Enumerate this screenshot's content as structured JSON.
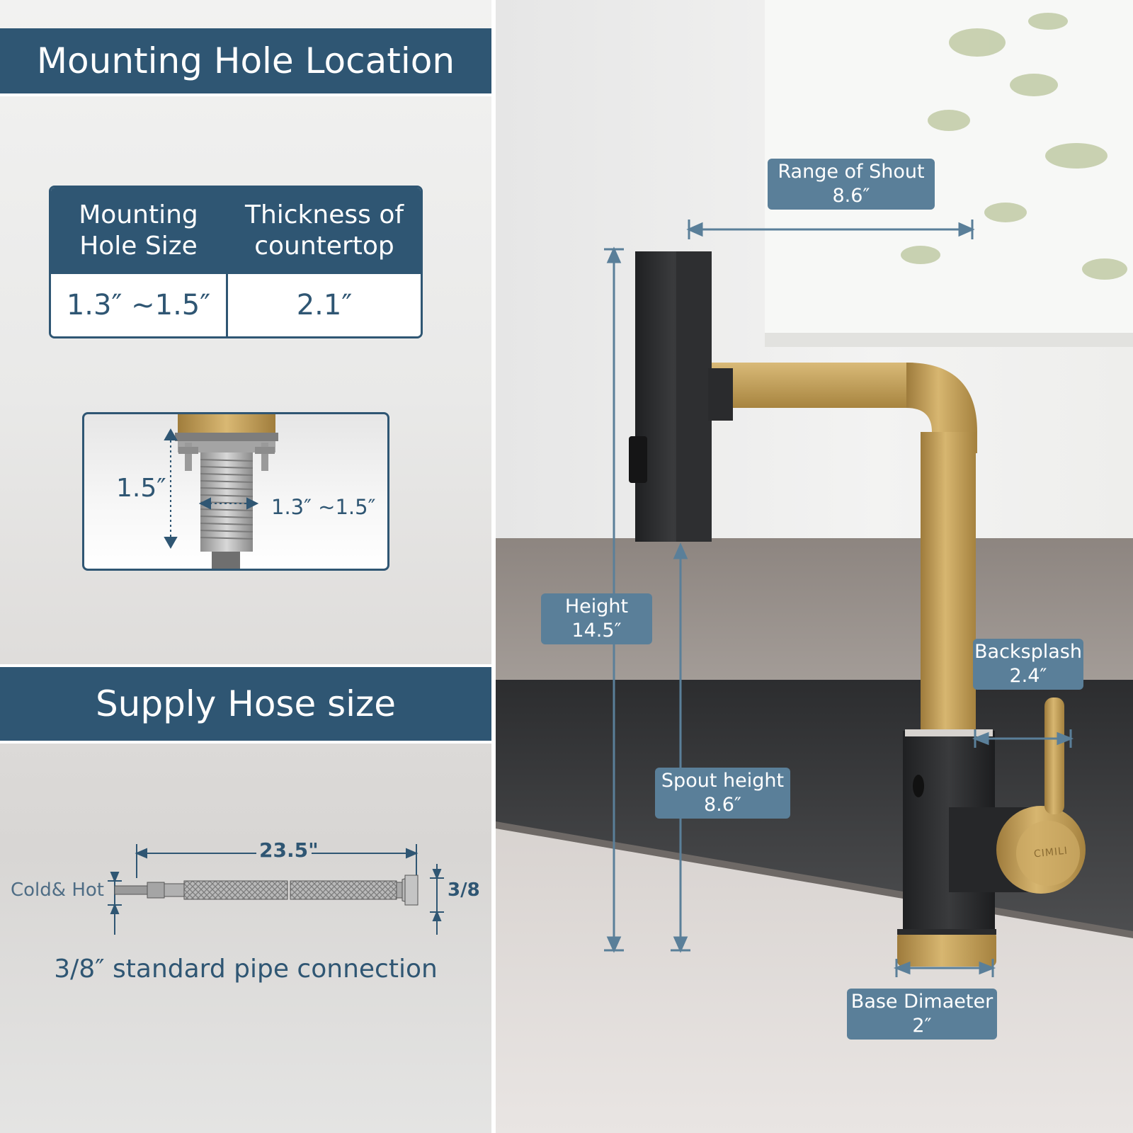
{
  "mounting_section": {
    "banner_title": "Mounting Hole Location",
    "table": {
      "col1_header": "Mounting\nHole Size",
      "col2_header": "Thickness of\ncountertop",
      "col1_value": "1.3″ ~1.5″",
      "col2_value": "2.1″"
    },
    "hole_diagram": {
      "height_label": "1.5″",
      "width_label": "1.3″ ~1.5″"
    }
  },
  "supply_section": {
    "banner_title": "Supply Hose size",
    "length_label": "23.5\"",
    "left_label": "Cold& Hot",
    "right_label": "3/8",
    "caption": "3/8″ standard pipe connection"
  },
  "faucet_dimensions": {
    "range": {
      "title": "Range of Shout",
      "value": "8.6″"
    },
    "height": {
      "title": "Height",
      "value": "14.5″"
    },
    "spout_height": {
      "title": "Spout height",
      "value": "8.6″"
    },
    "backsplash": {
      "title": "Backsplash",
      "value": "2.4″"
    },
    "base": {
      "title": "Base Dimaeter",
      "value": "2″"
    },
    "brand_mark": "CIMILI"
  },
  "colors": {
    "banner": "#2f5673",
    "label_bg": "#5a7f99",
    "dimension_line": "#5a7f99",
    "gold": "#c9a35a",
    "faucet_black": "#2b2c2e"
  }
}
